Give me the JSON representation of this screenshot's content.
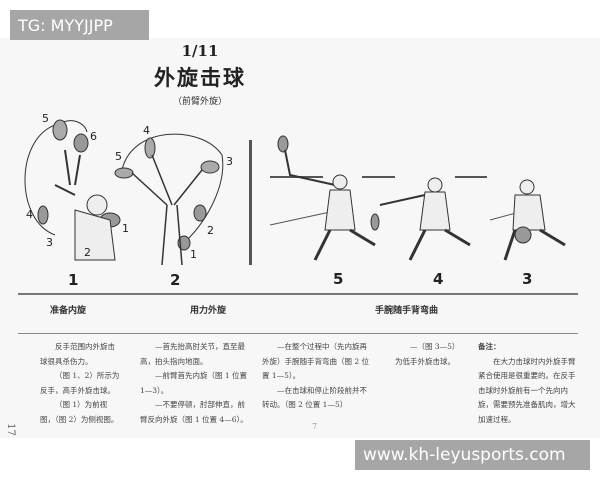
{
  "watermarks": {
    "top": "TG: MYYJJPP",
    "bottom": "www.kh-leyusports.com"
  },
  "header": {
    "page_ref": "1/11",
    "title": "外旋击球",
    "subtitle": "（前臂外旋）"
  },
  "figures": [
    {
      "label": "1",
      "positions": [
        "1",
        "2",
        "3",
        "4",
        "5",
        "6"
      ]
    },
    {
      "label": "2",
      "positions": [
        "1",
        "2",
        "3",
        "4",
        "5"
      ]
    },
    {
      "label": "5"
    },
    {
      "label": "4"
    },
    {
      "label": "3"
    }
  ],
  "columns": {
    "headers": [
      "准备内旋",
      "用力外旋",
      "手腕随手背弯曲"
    ],
    "col1": [
      "反手范围内外旋击球很具杀伤力。",
      "（图 1、2）所示为反手，高手外旋击球。",
      "（图 1）为前视图，（图 2）为侧视图。"
    ],
    "col2": [
      "—首先抬高肘关节，直至最高，拍头指向地面。",
      "—前臂首先内旋（图 1 位置 1—3）。",
      "—不要停顿，肘部伸直，前臂反向外旋（图 1 位置 4—6）。"
    ],
    "col3": [
      "—在整个过程中（先内旋再外旋）手腕随手背弯曲（图 2 位置 1—5）。",
      "—在击球和停止阶段前并不转动。（图 2 位置 1—5）"
    ],
    "col4": [
      "—（图 3—5）为低手外旋击球。"
    ],
    "note_title": "备注：",
    "note": [
      "在大力击球时内外旋手臂紧合使用是很重要的。在反手击球时外旋前有一个先向内旋，需要预先准备肌肉，增大加速过程。"
    ]
  },
  "page_numbers": {
    "side": "17",
    "footer": "7"
  }
}
